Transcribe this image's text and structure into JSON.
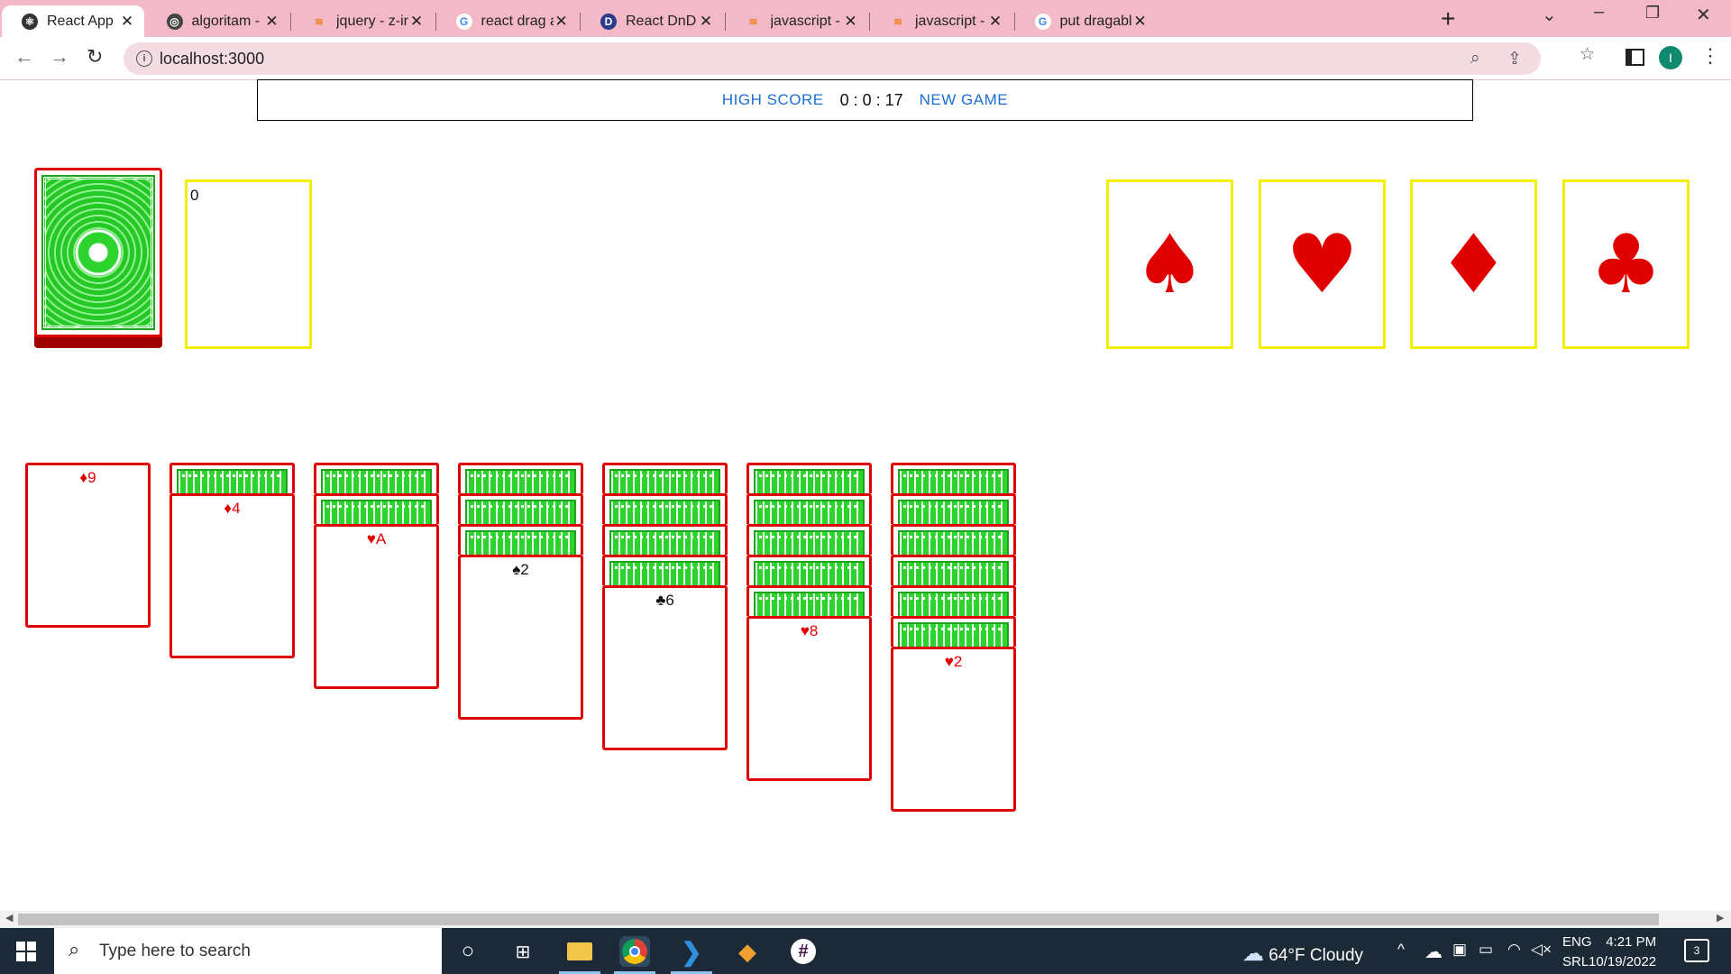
{
  "browser": {
    "tabs": [
      {
        "title": "React App",
        "icon": "react-app-icon",
        "active": true
      },
      {
        "title": "algoritam - Prevu",
        "icon": "globe-icon",
        "active": false
      },
      {
        "title": "jquery - z-index c",
        "icon": "stackoverflow-icon",
        "active": false
      },
      {
        "title": "react drag and dr",
        "icon": "google-icon",
        "active": false
      },
      {
        "title": "React DnD",
        "icon": "dnd-icon",
        "active": false
      },
      {
        "title": "javascript - How t",
        "icon": "stackoverflow-icon",
        "active": false
      },
      {
        "title": "javascript - Prevu",
        "icon": "stackoverflow-icon",
        "active": false
      },
      {
        "title": "put dragable com",
        "icon": "google-icon",
        "active": false
      }
    ],
    "url": "localhost:3000",
    "profile_initial": "I"
  },
  "game": {
    "high_score_label": "HIGH SCORE",
    "timer": "0 : 0 : 17",
    "new_game_label": "NEW GAME",
    "waste_count": "0",
    "foundations": [
      {
        "suit": "spades",
        "symbol": "♠"
      },
      {
        "suit": "hearts",
        "symbol": "♥"
      },
      {
        "suit": "diamonds",
        "symbol": "♦"
      },
      {
        "suit": "clubs",
        "symbol": "♣"
      }
    ],
    "tableau": [
      {
        "hidden": 0,
        "face": "♦9",
        "color": "red"
      },
      {
        "hidden": 1,
        "face": "♦4",
        "color": "red"
      },
      {
        "hidden": 2,
        "face": "♥A",
        "color": "red"
      },
      {
        "hidden": 3,
        "face": "♠2",
        "color": "black"
      },
      {
        "hidden": 4,
        "face": "♣6",
        "color": "black"
      },
      {
        "hidden": 5,
        "face": "♥8",
        "color": "red"
      },
      {
        "hidden": 6,
        "face": "♥2",
        "color": "red"
      }
    ]
  },
  "taskbar": {
    "search_placeholder": "Type here to search",
    "weather": "64°F  Cloudy",
    "lang_top": "ENG",
    "lang_bottom": "SRL",
    "time": "4:21 PM",
    "date": "10/19/2022",
    "notification_count": "3"
  },
  "colors": {
    "card_border": "#e00000",
    "slot_border": "#f2f000",
    "card_back": "#2ed42e",
    "link": "#1c6fd4",
    "tabstrip": "#f4b9c8"
  }
}
